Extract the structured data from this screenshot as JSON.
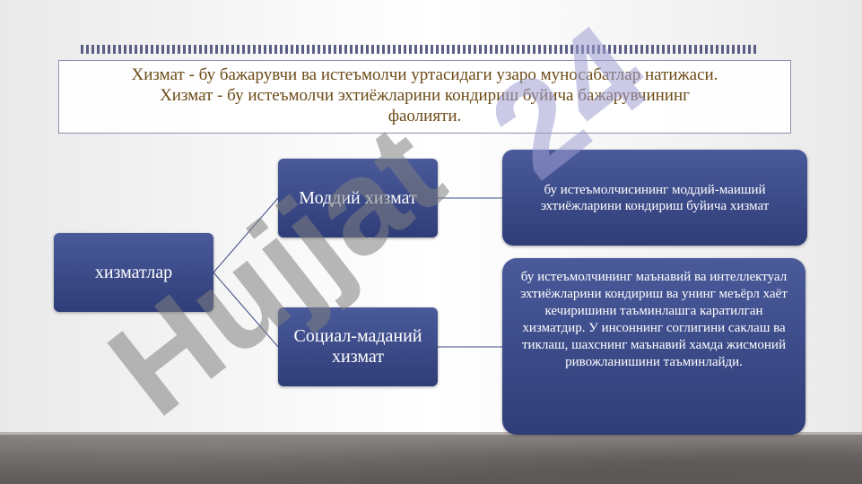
{
  "definitions": {
    "line1": "Хизмат - бу бажарувчи ва истеъмолчи уртасидаги узаро муносабатлар натижаси.",
    "line2": "Хизмат - бу истеъмолчи эхтиёжларини кондириш буйича бажарувчининг",
    "line3": "фаолияти."
  },
  "diagram": {
    "root": "хизматлар",
    "branches": [
      {
        "label": "Моддий хизмат",
        "description": "бу истеъмолчисининг моддий-маиший эхтиёжларини кондириш буйича хизмат"
      },
      {
        "label": "Социал-маданий хизмат",
        "description": "бу истеъмолчининг маънавий ва интеллектуал эхтиёжларини кондириш ва унинг меъёрл хаёт кечиришини таъминлашга каратилган хизматдир. У инсоннинг соглигини саклаш ва тиклаш, шахснинг маънавий хамда жисмоний ривожланишини таъминлайди."
      }
    ]
  },
  "watermark": {
    "text": "Hujjat24",
    "color": "#9f9fd4"
  },
  "colors": {
    "node": "#2f3d78",
    "title_text": "#6b4a16",
    "connector": "#3a4a86"
  }
}
